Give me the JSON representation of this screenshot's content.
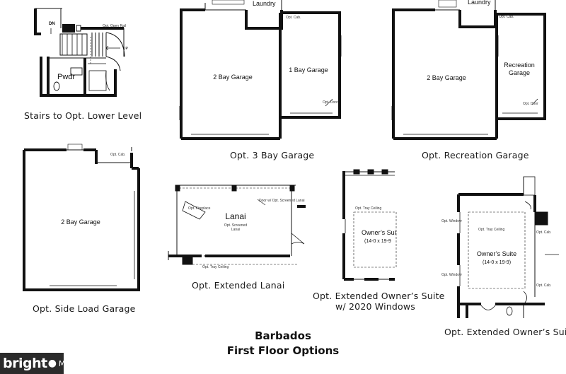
{
  "title": {
    "line1": "Barbados",
    "line2": "First Floor Options"
  },
  "captions": {
    "stairs": "Stairs to Opt. Lower Level",
    "bay3": "Opt. 3 Bay Garage",
    "recreation": "Opt. Recreation Garage",
    "side_load": "Opt. Side Load Garage",
    "lanai": "Opt. Extended Lanai",
    "owners_2020_line1": "Opt. Extended Owner’s Suite",
    "owners_2020_line2": "w/ 2020 Windows",
    "owners_ext": "Opt. Extended Owner’s Suite"
  },
  "rooms": {
    "pwdr": "Pwdr",
    "dn": "DN",
    "up": "UP",
    "opt_open_rail": "Opt. Open Rail",
    "laundry": "Laundry",
    "two_bay_garage": "2 Bay Garage",
    "one_bay_garage": "1 Bay Garage",
    "recreation_garage_1": "Recreation",
    "recreation_garage_2": "Garage",
    "opt_cab": "Opt. Cab.",
    "opt_door": "Opt. Door",
    "lanai": "Lanai",
    "opt_screened_1": "Opt. Screened",
    "opt_screened_2": "Lanai",
    "opt_fireplace": "Opt. Fireplace",
    "door_screened": "Door w/ Opt. Screened Lanai",
    "opt_tray_ceiling": "Opt. Tray Ceiling",
    "owners_suite": "Owner’s Suite",
    "owners_dims": "(14-0 x 19-9)",
    "owners_suite_cut": "Owner’s Sui",
    "owners_dims_cut": "(14-0 x 19-9",
    "opt_window": "Opt. Window"
  },
  "logo": {
    "brand": "bright",
    "suffix": "MLS"
  }
}
